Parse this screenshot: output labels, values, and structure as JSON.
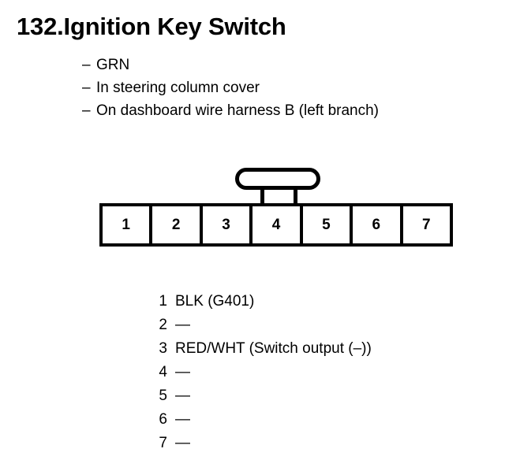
{
  "title": {
    "number": "132.",
    "name": "Ignition Key Switch"
  },
  "notes": {
    "dash": "–",
    "items": [
      {
        "text": "GRN"
      },
      {
        "text": "In steering column cover"
      },
      {
        "text": "On dashboard wire harness B (left branch)"
      }
    ]
  },
  "connector": {
    "latch_icon": "connector-latch-tab",
    "pins": [
      {
        "number": "1"
      },
      {
        "number": "2"
      },
      {
        "number": "3"
      },
      {
        "number": "4"
      },
      {
        "number": "5"
      },
      {
        "number": "6"
      },
      {
        "number": "7"
      }
    ]
  },
  "pin_legend": [
    {
      "number": "1",
      "label": "BLK (G401)"
    },
    {
      "number": "2",
      "label": "—"
    },
    {
      "number": "3",
      "label": "RED/WHT (Switch output (–))"
    },
    {
      "number": "4",
      "label": "—"
    },
    {
      "number": "5",
      "label": "—"
    },
    {
      "number": "6",
      "label": "—"
    },
    {
      "number": "7",
      "label": "—"
    }
  ],
  "colors": {
    "ink": "#000000",
    "paper": "#ffffff"
  }
}
